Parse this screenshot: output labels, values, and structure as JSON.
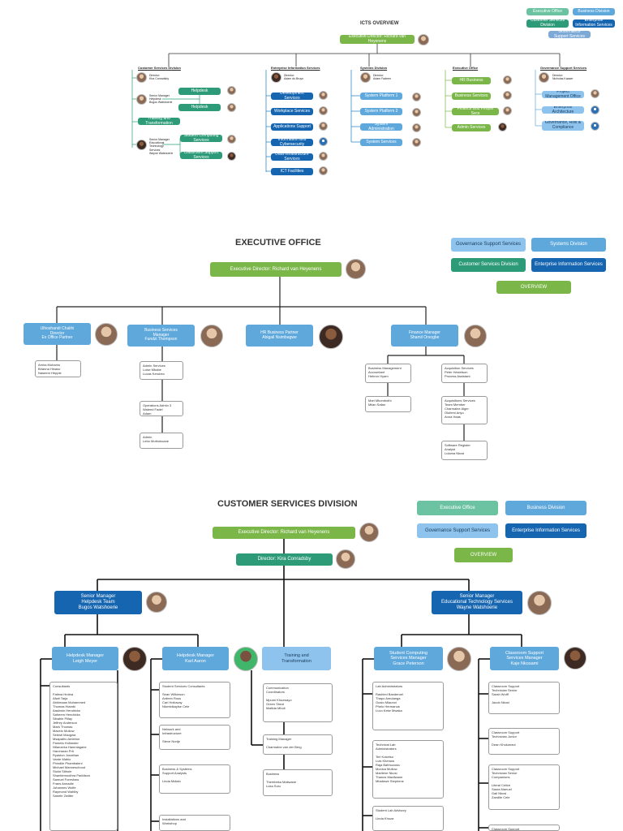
{
  "section1": {
    "title": "ICTS OVERVIEW",
    "nav": [
      "Executive Office",
      "Business Division",
      "Customer Services Division",
      "Enterprise Information Services",
      "Governance Support Services"
    ],
    "exec_director": "Executive Director: Richard van Heyenens",
    "divisions": [
      {
        "name": "Customer Services Division",
        "director": "Director:\nKira Conradsby",
        "items": [
          "Senior Manager\nHelpdesk\nBugos Watshoerie",
          "Helpdesk",
          "Helpdesk",
          "Training and Transformation",
          "Senior Manager\nEducational\nTechnology\nServices\nWayne Watshoerie",
          "Student Computing Services",
          "Classroom Support Services"
        ]
      },
      {
        "name": "Enterprise Information Services",
        "director": "Director:\nAdam du Bruyn",
        "items": [
          "Development Services",
          "Workplace Services",
          "Applications Support",
          "Information and Cybersecurity",
          "Data Infrastructure Services",
          "ICT Facilities"
        ]
      },
      {
        "name": "Systems Division",
        "director": "Director:\nAdam Fadeen",
        "items": [
          "System Platform 1",
          "System Platform 2",
          "System Administration",
          "System Services"
        ]
      },
      {
        "name": "Executive Office",
        "items": [
          "HR Business",
          "Business Services",
          "Finance and People Svcs",
          "Admin Services"
        ]
      },
      {
        "name": "Governance Support Services",
        "director": "Director:\nNicholas Kaaser",
        "items": [
          "Project Management Office",
          "Enterprise Architecture",
          "Governance, Risk & Compliance"
        ]
      }
    ]
  },
  "section2": {
    "title": "EXECUTIVE OFFICE",
    "nav": [
      "Governance Support Services",
      "Systems Division",
      "Customer Services Division",
      "Enterprise Information Services",
      "OVERVIEW"
    ],
    "exec_director": "Executive Director: Richard van Heyenens",
    "managers": [
      {
        "label": "Ulhoshandi Chalihi\nDirector\nEx Office Partner"
      },
      {
        "label": "Business Services\nManager\nFundzi Thompson"
      },
      {
        "label": "HR Business Partner\nAbigail Nsimbagwe"
      },
      {
        "label": "Finance Manager\nShamil Orsogbe"
      }
    ],
    "cards": [
      "Amira Mohamo\nBrianna Hinaso\nNaseem Hepple",
      "Admin Services\nLoise Mbabe\nLucas Kerubeo",
      "Operations Admin 3\nWaleed Fadel\nAdam",
      "Admin\nLebo Mothokoane",
      "Business Management\nAccountant\nHebron Hyam",
      "Mari Mkombothi\nMilan Safan",
      "Acquisition Services\nPeter Hewetson\nProcess Assistant",
      "Acquisitions Services\nTeam Member\nCharmaine Alger\nOlufemi Ariyo\nAnna Haas",
      "Software Register\nAnalyst\nLulama Nkosi"
    ]
  },
  "section3": {
    "title": "CUSTOMER SERVICES DIVISION",
    "nav": [
      "Executive Office",
      "Business Division",
      "Governance Support Services",
      "Enterprise Information Services",
      "OVERVIEW"
    ],
    "exec_director": "Executive Director: Richard van Heyenens",
    "director": "Director: Kira Conradsby",
    "senior_left": "Senior Manager\nHelpdesk Team\nBugos Watshoerie",
    "senior_right": "Senior Manager\nEducational Technology Services\nWayne Watshoerie",
    "managers": [
      "Helpdesk Manager\nLeigh Meyer",
      "Helpdesk Manager\nKarl Aaron",
      "Training and\nTransformation",
      "Student Computing\nServices Manager\nGrace Peterson",
      "Classroom Support\nServices Manager\nKaje Nkosami"
    ],
    "lists": [
      "Consultants\n\nFatima Hrdina\nAfwit Tarja\nAbhimaan Mohammed\nThomas Hlambi\nAashwin Hendricks\nSaheem Hendricks\nSibahle Pillay\nJeffrey Anderson\nMark Thomas\nMavelo Mollow\nSelesti Maugwa\nMsapathu Amiebor\nPamela Hollander\nNtlanzeka Hamnlagane\nHarcharan Prit\nRyaston Jonathan\nVarde Mahlo\nPhindile Phambaleni\nMichael Manneschood\nStolid Sithole\nShantiemoothra Paddison\nSamuel Foreshaw\nFrans Annadie\nJohannes Wolfe\nRaymond Wahlby\nSanele Zwitter",
      "Student Services Consultants\n\nSean Wilkinson\nArdeen Ross\nCarl Holloway\nNtombikayise Cele",
      "Network and\nInfrastructure\n\nSteve Nortje",
      "Business & Systems\nSupport Analysts\n\nLinda Mdlalo",
      "Installations and\nWorkshop",
      "Communication\nCoordinators\n\nMpumi Khuzwayo\nGreen Shezi\nMatilda Mbuli",
      "Training Manager\n\nCharmaine van der Berg",
      "Business\n\nThembeka Matiwane\nLuka Sulu",
      "Lab Administrators\n\nRashied Banderoel\nThapo Amutanga\nGusto Mlaunoi\nPhelo Hermanus\nLuvo Keke Mwaka",
      "Technical Lab\nAdministrators\n\nTeri Koketso\nLuis Khenwa\nRaja Bahhozoda\nMonica Mollow\nMarilene Nkosi\nThanos Mavilwane\nMbalizwe Stephens",
      "Student Lab Advisory\n\nLinda Khoza",
      "Classroom Support\nTechnician Senior\nSarah Wolff\n\nJacob Nkosi",
      "Classroom Support\nTechnician Junior\n\nDean Khulumani",
      "Classroom Support\nTechnician Senior\nCompanions\n\nLiteral Celice\nSasra Manuel\nGail Nkosi\nZandile Cele",
      "Classroom Support"
    ]
  }
}
